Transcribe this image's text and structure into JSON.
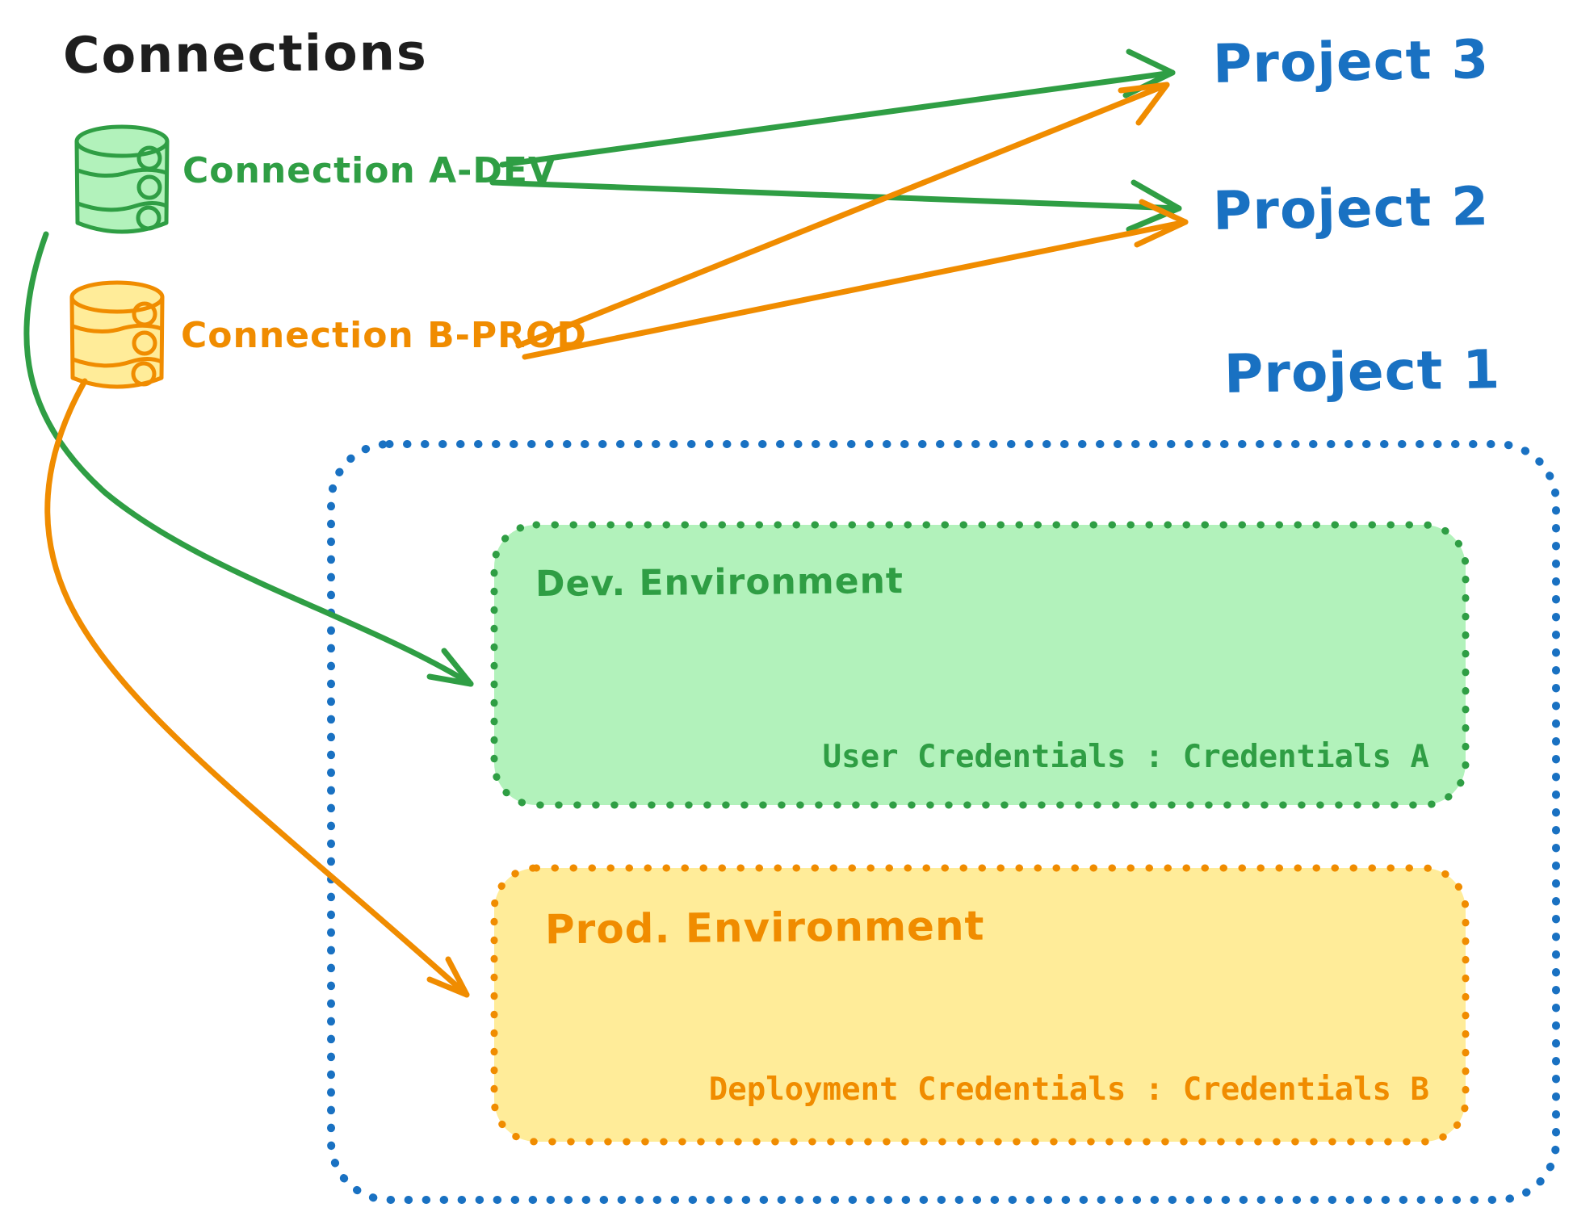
{
  "title": "Connections",
  "colors": {
    "text": "#1e1e1e",
    "green": "#2f9e44",
    "green_fill": "#b2f2bb",
    "orange": "#f08c00",
    "orange_fill": "#ffec99",
    "blue": "#1971c2",
    "background": "#ffffff"
  },
  "connections": [
    {
      "label": "Connection A-DEV",
      "icon": "database-icon",
      "color": "#2f9e44"
    },
    {
      "label": "Connection B-PROD",
      "icon": "database-icon",
      "color": "#f08c00"
    }
  ],
  "projects": [
    {
      "label": "Project 3"
    },
    {
      "label": "Project 2"
    },
    {
      "label": "Project 1"
    }
  ],
  "project1": {
    "border_color": "#1971c2",
    "environments": [
      {
        "name": "Dev. Environment",
        "credentials_text": "User Credentials : Credentials A",
        "border_color": "#2f9e44",
        "fill_color": "#b2f2bb"
      },
      {
        "name": "Prod. Environment",
        "credentials_text": "Deployment Credentials : Credentials B",
        "border_color": "#f08c00",
        "fill_color": "#ffec99"
      }
    ]
  },
  "arrows": [
    {
      "from": "Connection A-DEV",
      "to": "Project 3",
      "color": "#2f9e44",
      "style": "straight"
    },
    {
      "from": "Connection A-DEV",
      "to": "Project 2",
      "color": "#2f9e44",
      "style": "straight"
    },
    {
      "from": "Connection B-PROD",
      "to": "Project 3",
      "color": "#f08c00",
      "style": "straight"
    },
    {
      "from": "Connection B-PROD",
      "to": "Project 2",
      "color": "#f08c00",
      "style": "straight"
    },
    {
      "from": "Connection A-DEV",
      "to": "Dev. Environment",
      "color": "#2f9e44",
      "style": "curved"
    },
    {
      "from": "Connection B-PROD",
      "to": "Prod. Environment",
      "color": "#f08c00",
      "style": "curved"
    }
  ]
}
